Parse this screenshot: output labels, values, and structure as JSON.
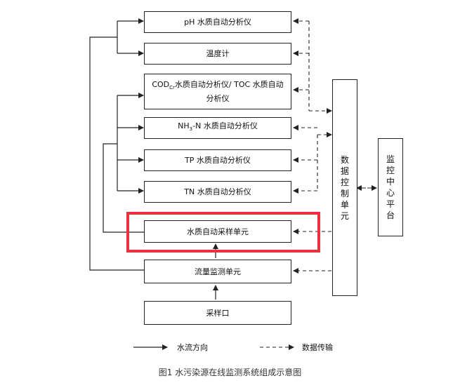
{
  "instruments": {
    "ph": "pH 水质自动分析仪",
    "temp": "温度计",
    "cod": "COD",
    "cod_sub": "Cr",
    "cod_rest": "水质自动分析仪/ TOC 水质自动分析仪",
    "nh3_a": "NH",
    "nh3_sub": "3",
    "nh3_b": "-N 水质自动分析仪",
    "tp": "TP 水质自动分析仪",
    "tn": "TN 水质自动分析仪"
  },
  "sampler": "水质自动采样单元",
  "flow_unit": "流量监测单元",
  "sample_port": "采样口",
  "data_control_unit": [
    "数",
    "据",
    "控",
    "制",
    "单",
    "元"
  ],
  "monitor_platform": [
    "监",
    "控",
    "中",
    "心",
    "平",
    "台"
  ],
  "legend": {
    "water_flow": "水流方向",
    "data_transfer": "数据传输"
  },
  "caption": "图1 水污染源在线监测系统组成示意图",
  "colors": {
    "highlight": "#e8333a",
    "line": "#222222"
  }
}
